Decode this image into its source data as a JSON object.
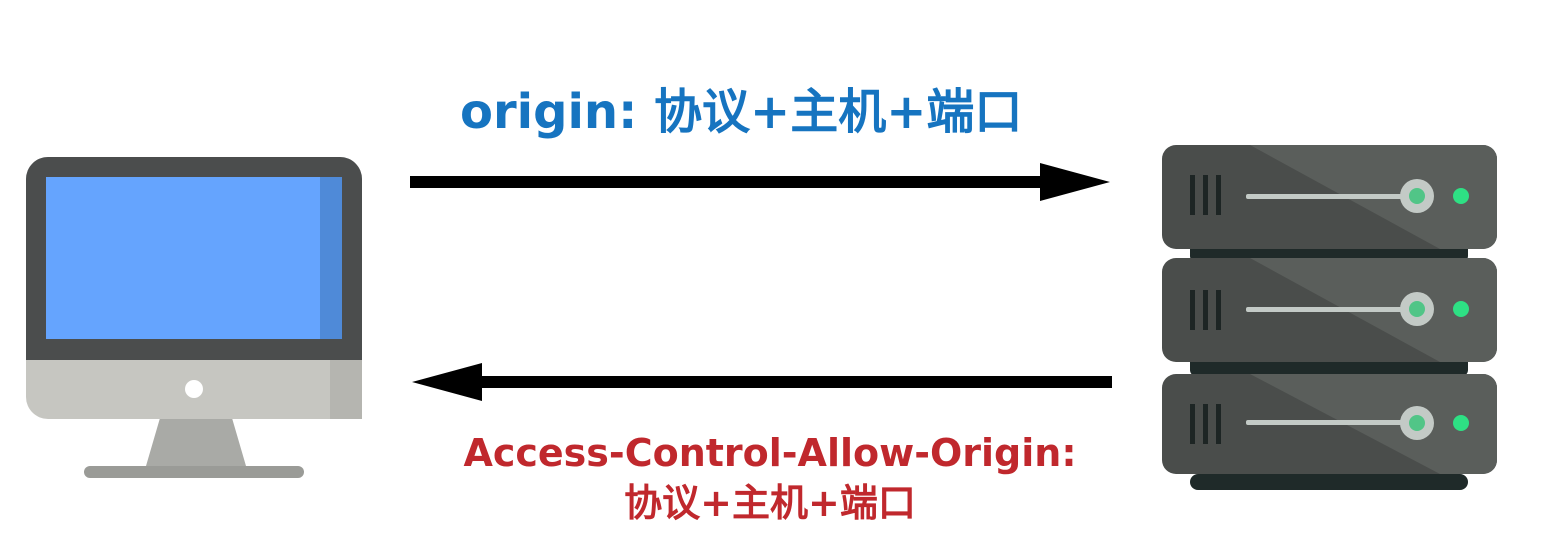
{
  "request": {
    "label": "origin: 协议+主机+端口",
    "color": "#1674c0"
  },
  "response": {
    "label_line1": "Access-Control-Allow-Origin:",
    "label_line2": "协议+主机+端口",
    "color": "#c0282d"
  },
  "icons": {
    "client": "desktop-computer-icon",
    "server": "server-rack-icon"
  }
}
